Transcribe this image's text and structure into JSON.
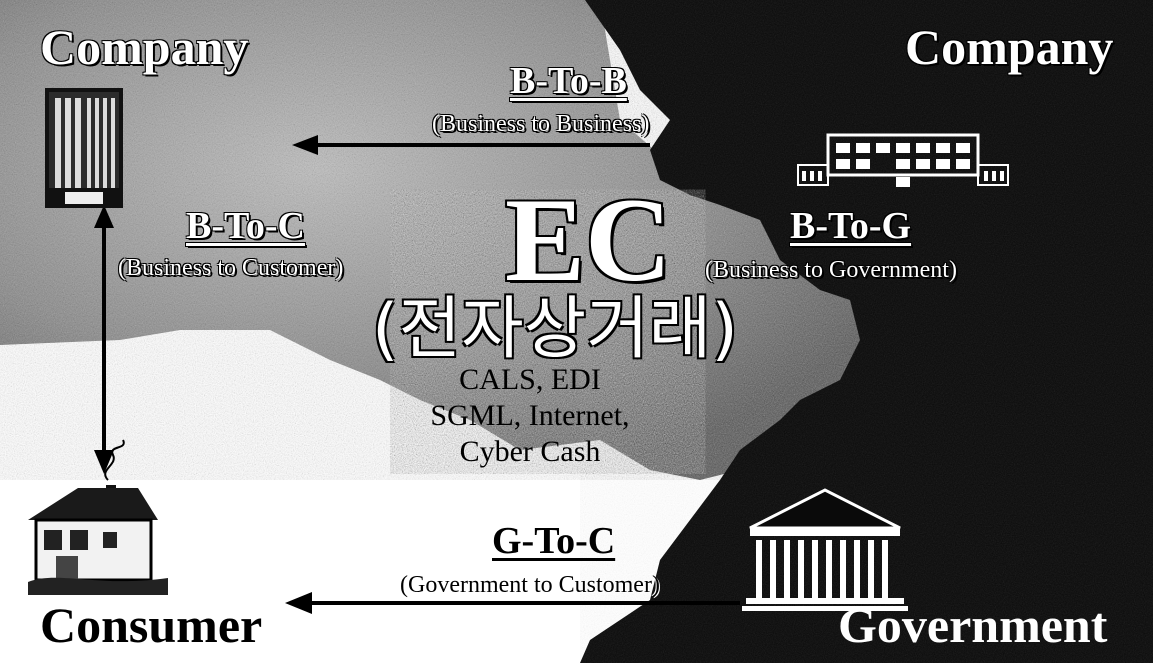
{
  "nodes": {
    "company_left": "Company",
    "company_right": "Company",
    "consumer": "Consumer",
    "government": "Government"
  },
  "relations": {
    "b2b": {
      "title": "B-To-B",
      "subtitle": "(Business to Business)"
    },
    "b2c": {
      "title": "B-To-C",
      "subtitle": "(Business to Customer)"
    },
    "b2g": {
      "title": "B-To-G",
      "subtitle": "(Business to Government)"
    },
    "g2c": {
      "title": "G-To-C",
      "subtitle": "(Government to Customer)"
    }
  },
  "center": {
    "title": "EC",
    "korean": "(전자상거래)",
    "tech_lines": [
      "CALS, EDI",
      "SGML, Internet,",
      "Cyber Cash"
    ]
  },
  "icons": {
    "office_tower": "office-tower-icon",
    "factory": "factory-icon",
    "house": "house-icon",
    "government_building": "government-building-icon"
  },
  "colors": {
    "grey_texture": "#8a8a8a",
    "dark_panel": "#0a0a0a",
    "arrow": "#000000"
  }
}
